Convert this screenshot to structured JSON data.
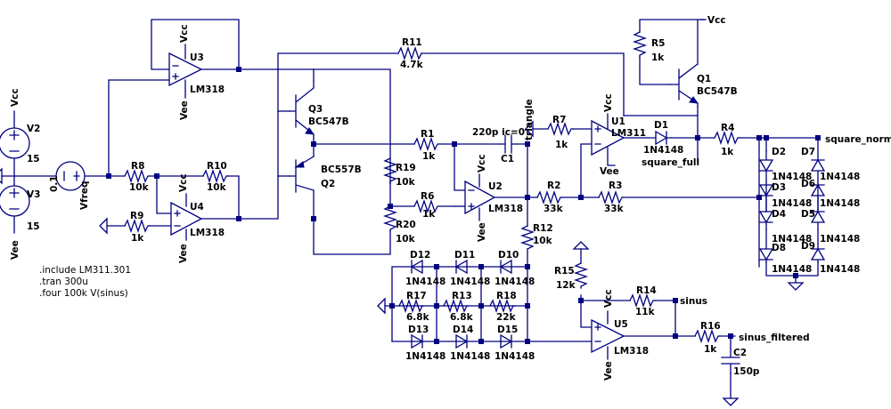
{
  "parts": {
    "u3": {
      "ref": "U3",
      "model": "LM318"
    },
    "u4": {
      "ref": "U4",
      "model": "LM318"
    },
    "u2": {
      "ref": "U2",
      "model": "LM318"
    },
    "u1": {
      "ref": "U1",
      "model": "LM311"
    },
    "u5": {
      "ref": "U5",
      "model": "LM318"
    },
    "q3": {
      "ref": "Q3",
      "model": "BC547B"
    },
    "q2": {
      "ref": "Q2",
      "model": "BC557B"
    },
    "q1": {
      "ref": "Q1",
      "model": "BC547B"
    },
    "v2": {
      "ref": "V2",
      "value": "15"
    },
    "v3": {
      "ref": "V3",
      "value": "15"
    },
    "vfreq": {
      "ref": "Vfreq",
      "value": "0.1"
    },
    "r1": {
      "ref": "R1",
      "value": "1k"
    },
    "r2": {
      "ref": "R2",
      "value": "33k"
    },
    "r3": {
      "ref": "R3",
      "value": "33k"
    },
    "r4": {
      "ref": "R4",
      "value": "1k"
    },
    "r5": {
      "ref": "R5",
      "value": "1k"
    },
    "r6": {
      "ref": "R6",
      "value": "1k"
    },
    "r7": {
      "ref": "R7",
      "value": "1k"
    },
    "r8": {
      "ref": "R8",
      "value": "10k"
    },
    "r9": {
      "ref": "R9",
      "value": "1k"
    },
    "r10": {
      "ref": "R10",
      "value": "10k"
    },
    "r11": {
      "ref": "R11",
      "value": "4.7k"
    },
    "r12": {
      "ref": "R12",
      "value": "10k"
    },
    "r13": {
      "ref": "R13",
      "value": "6.8k"
    },
    "r14": {
      "ref": "R14",
      "value": "11k"
    },
    "r15": {
      "ref": "R15",
      "value": "12k"
    },
    "r16": {
      "ref": "R16",
      "value": "1k"
    },
    "r17": {
      "ref": "R17",
      "value": "6.8k"
    },
    "r18": {
      "ref": "R18",
      "value": "22k"
    },
    "r19": {
      "ref": "R19",
      "value": "10k"
    },
    "r20": {
      "ref": "R20",
      "value": "10k"
    },
    "c1": {
      "ref": "C1",
      "value": "220p ic=0"
    },
    "c2": {
      "ref": "C2",
      "value": "150p"
    },
    "d1": {
      "ref": "D1",
      "model": "1N4148"
    },
    "d2": {
      "ref": "D2",
      "model": "1N4148"
    },
    "d3": {
      "ref": "D3",
      "model": "1N4148"
    },
    "d4": {
      "ref": "D4",
      "model": "1N4148"
    },
    "d5": {
      "ref": "D5",
      "model": "1N4148"
    },
    "d6": {
      "ref": "D6",
      "model": "1N4148"
    },
    "d7": {
      "ref": "D7",
      "model": "1N4148"
    },
    "d8": {
      "ref": "D8",
      "model": "1N4148"
    },
    "d9": {
      "ref": "D9",
      "model": "1N4148"
    },
    "d10": {
      "ref": "D10",
      "model": "1N4148"
    },
    "d11": {
      "ref": "D11",
      "model": "1N4148"
    },
    "d12": {
      "ref": "D12",
      "model": "1N4148"
    },
    "d13": {
      "ref": "D13",
      "model": "1N4148"
    },
    "d14": {
      "ref": "D14",
      "model": "1N4148"
    },
    "d15": {
      "ref": "D15",
      "model": "1N4148"
    }
  },
  "nets": {
    "vcc": "Vcc",
    "vee": "Vee",
    "triangle": "triangle",
    "square_full": "square_full",
    "square_norm": "square_norm",
    "sinus": "sinus",
    "sinus_filtered": "sinus_filtered"
  },
  "directives": [
    ".include LM311.301",
    ".tran 300u",
    ".four 100k V(sinus)"
  ]
}
